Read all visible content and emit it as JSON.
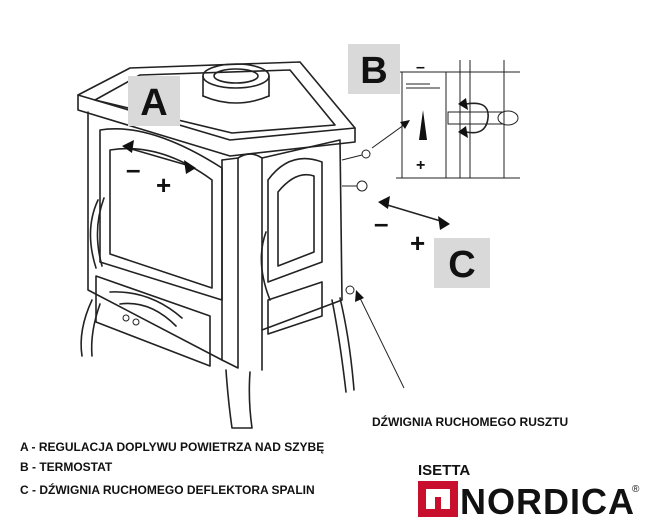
{
  "labels": {
    "a": "A",
    "b": "B",
    "c": "C"
  },
  "signs": {
    "minus": "–",
    "plus": "+"
  },
  "callout": "DŹWIGNIA RUCHOMEGO RUSZTU",
  "legend": [
    "A - REGULACJA DOPLYWU POWIETRZA NAD SZYBĘ",
    "B - TERMOSTAT",
    "C - DŹWIGNIA RUCHOMEGO DEFLEKTORA SPALIN"
  ],
  "brand": {
    "model": "ISETTA",
    "name": "NORDICA",
    "registered": "®",
    "accent": "#c8102e"
  }
}
